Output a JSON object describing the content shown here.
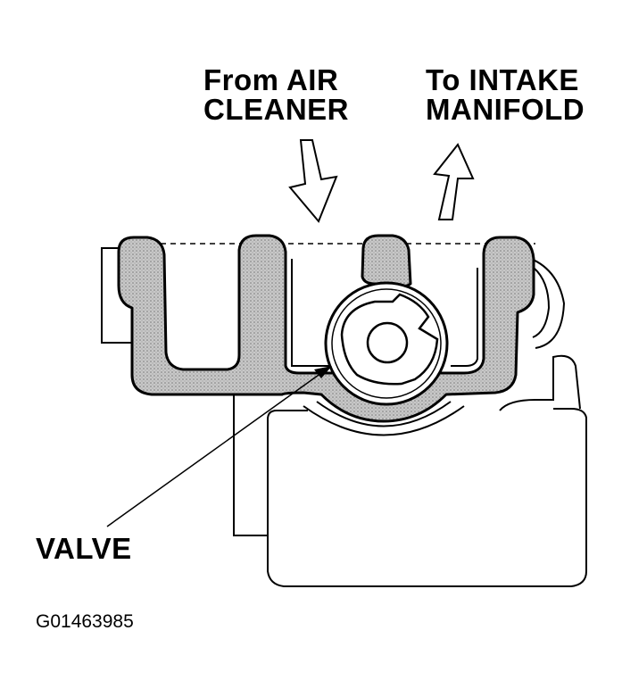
{
  "labels": {
    "from_line1": "From AIR",
    "from_line2": "CLEANER",
    "to_line1": "To INTAKE",
    "to_line2": "MANIFOLD",
    "valve": "VALVE",
    "figure_id": "G01463985"
  },
  "colors": {
    "ink": "#000000",
    "shading": "#b9b9b9",
    "background": "#ffffff"
  }
}
